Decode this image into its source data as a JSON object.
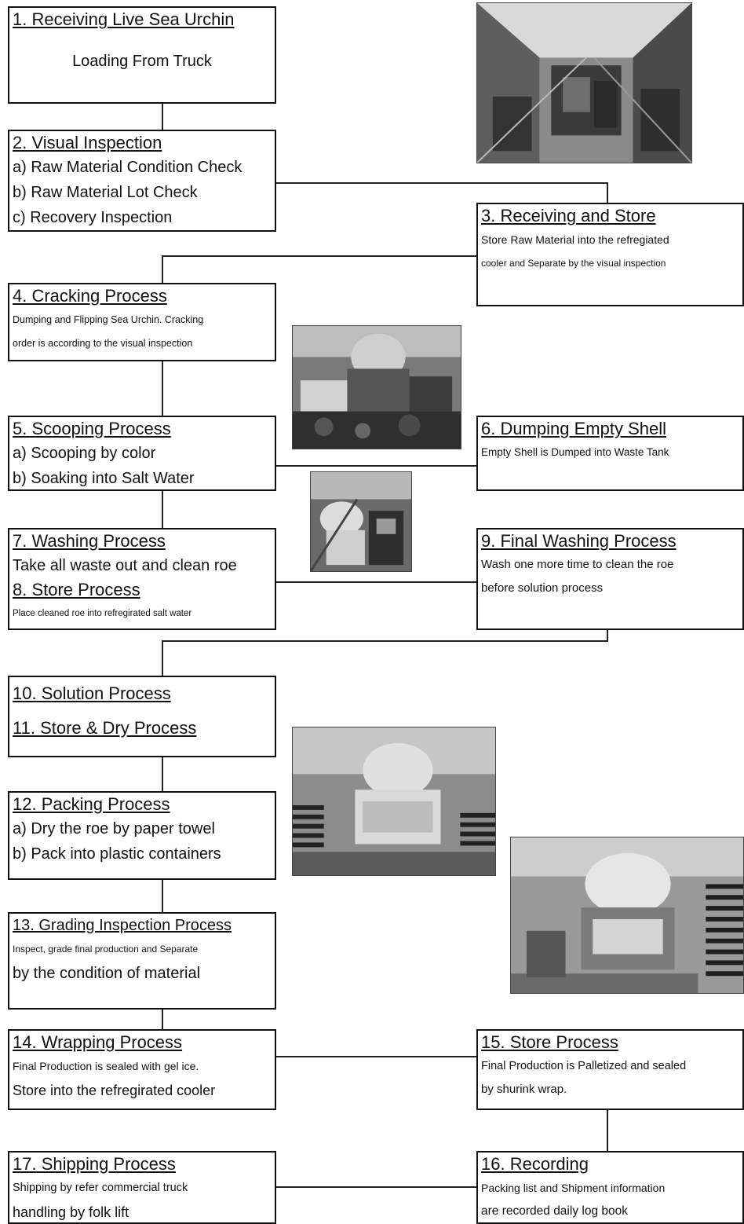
{
  "steps": {
    "s1": {
      "title": "1. Receiving Live Sea Urchin",
      "lines": [
        "Loading From Truck"
      ]
    },
    "s2": {
      "title": "2. Visual Inspection",
      "lines": [
        "a) Raw Material Condition Check",
        "b) Raw Material Lot Check",
        "c) Recovery Inspection"
      ]
    },
    "s3": {
      "title": "3. Receiving and Store",
      "lines": [
        "Store Raw Material into the refregiated",
        "cooler and Separate by the visual inspection"
      ]
    },
    "s4": {
      "title": "4. Cracking Process",
      "lines": [
        "Dumping and Flipping Sea Urchin. Cracking",
        "order is according to the visual inspection"
      ]
    },
    "s5": {
      "title": "5. Scooping Process",
      "lines": [
        "a) Scooping by color",
        "b) Soaking into Salt Water"
      ]
    },
    "s6": {
      "title": "6. Dumping Empty Shell",
      "lines": [
        "Empty Shell is Dumped into Waste Tank"
      ]
    },
    "s7": {
      "title": "7. Washing Process",
      "lines": [
        "Take all waste out and clean roe"
      ]
    },
    "s8": {
      "title": "8. Store Process",
      "lines": [
        "Place cleaned roe into refregirated salt water"
      ]
    },
    "s9": {
      "title": "9. Final Washing Process",
      "lines": [
        "Wash one more time to clean the roe",
        "before solution process"
      ]
    },
    "s10": {
      "title": "10. Solution Process"
    },
    "s11": {
      "title": "11. Store & Dry Process"
    },
    "s12": {
      "title": "12. Packing Process",
      "lines": [
        "a) Dry the roe by paper towel",
        "b) Pack into plastic containers"
      ]
    },
    "s13": {
      "title": "13. Grading Inspection Process",
      "lines": [
        "Inspect, grade final production and Separate",
        "by the condition of material"
      ]
    },
    "s14": {
      "title": "14. Wrapping Process",
      "lines": [
        "Final Production is sealed with gel ice.",
        "Store into the refregirated cooler"
      ]
    },
    "s15": {
      "title": "15. Store Process",
      "lines": [
        "Final Production is Palletized and sealed",
        "by shurink wrap."
      ]
    },
    "s16": {
      "title": "16. Recording",
      "lines": [
        "Packing list and Shipment information",
        "are recorded daily log book"
      ]
    },
    "s17": {
      "title": "17. Shipping Process",
      "lines": [
        "Shipping by refer commercial truck",
        "handling by folk lift"
      ]
    }
  }
}
